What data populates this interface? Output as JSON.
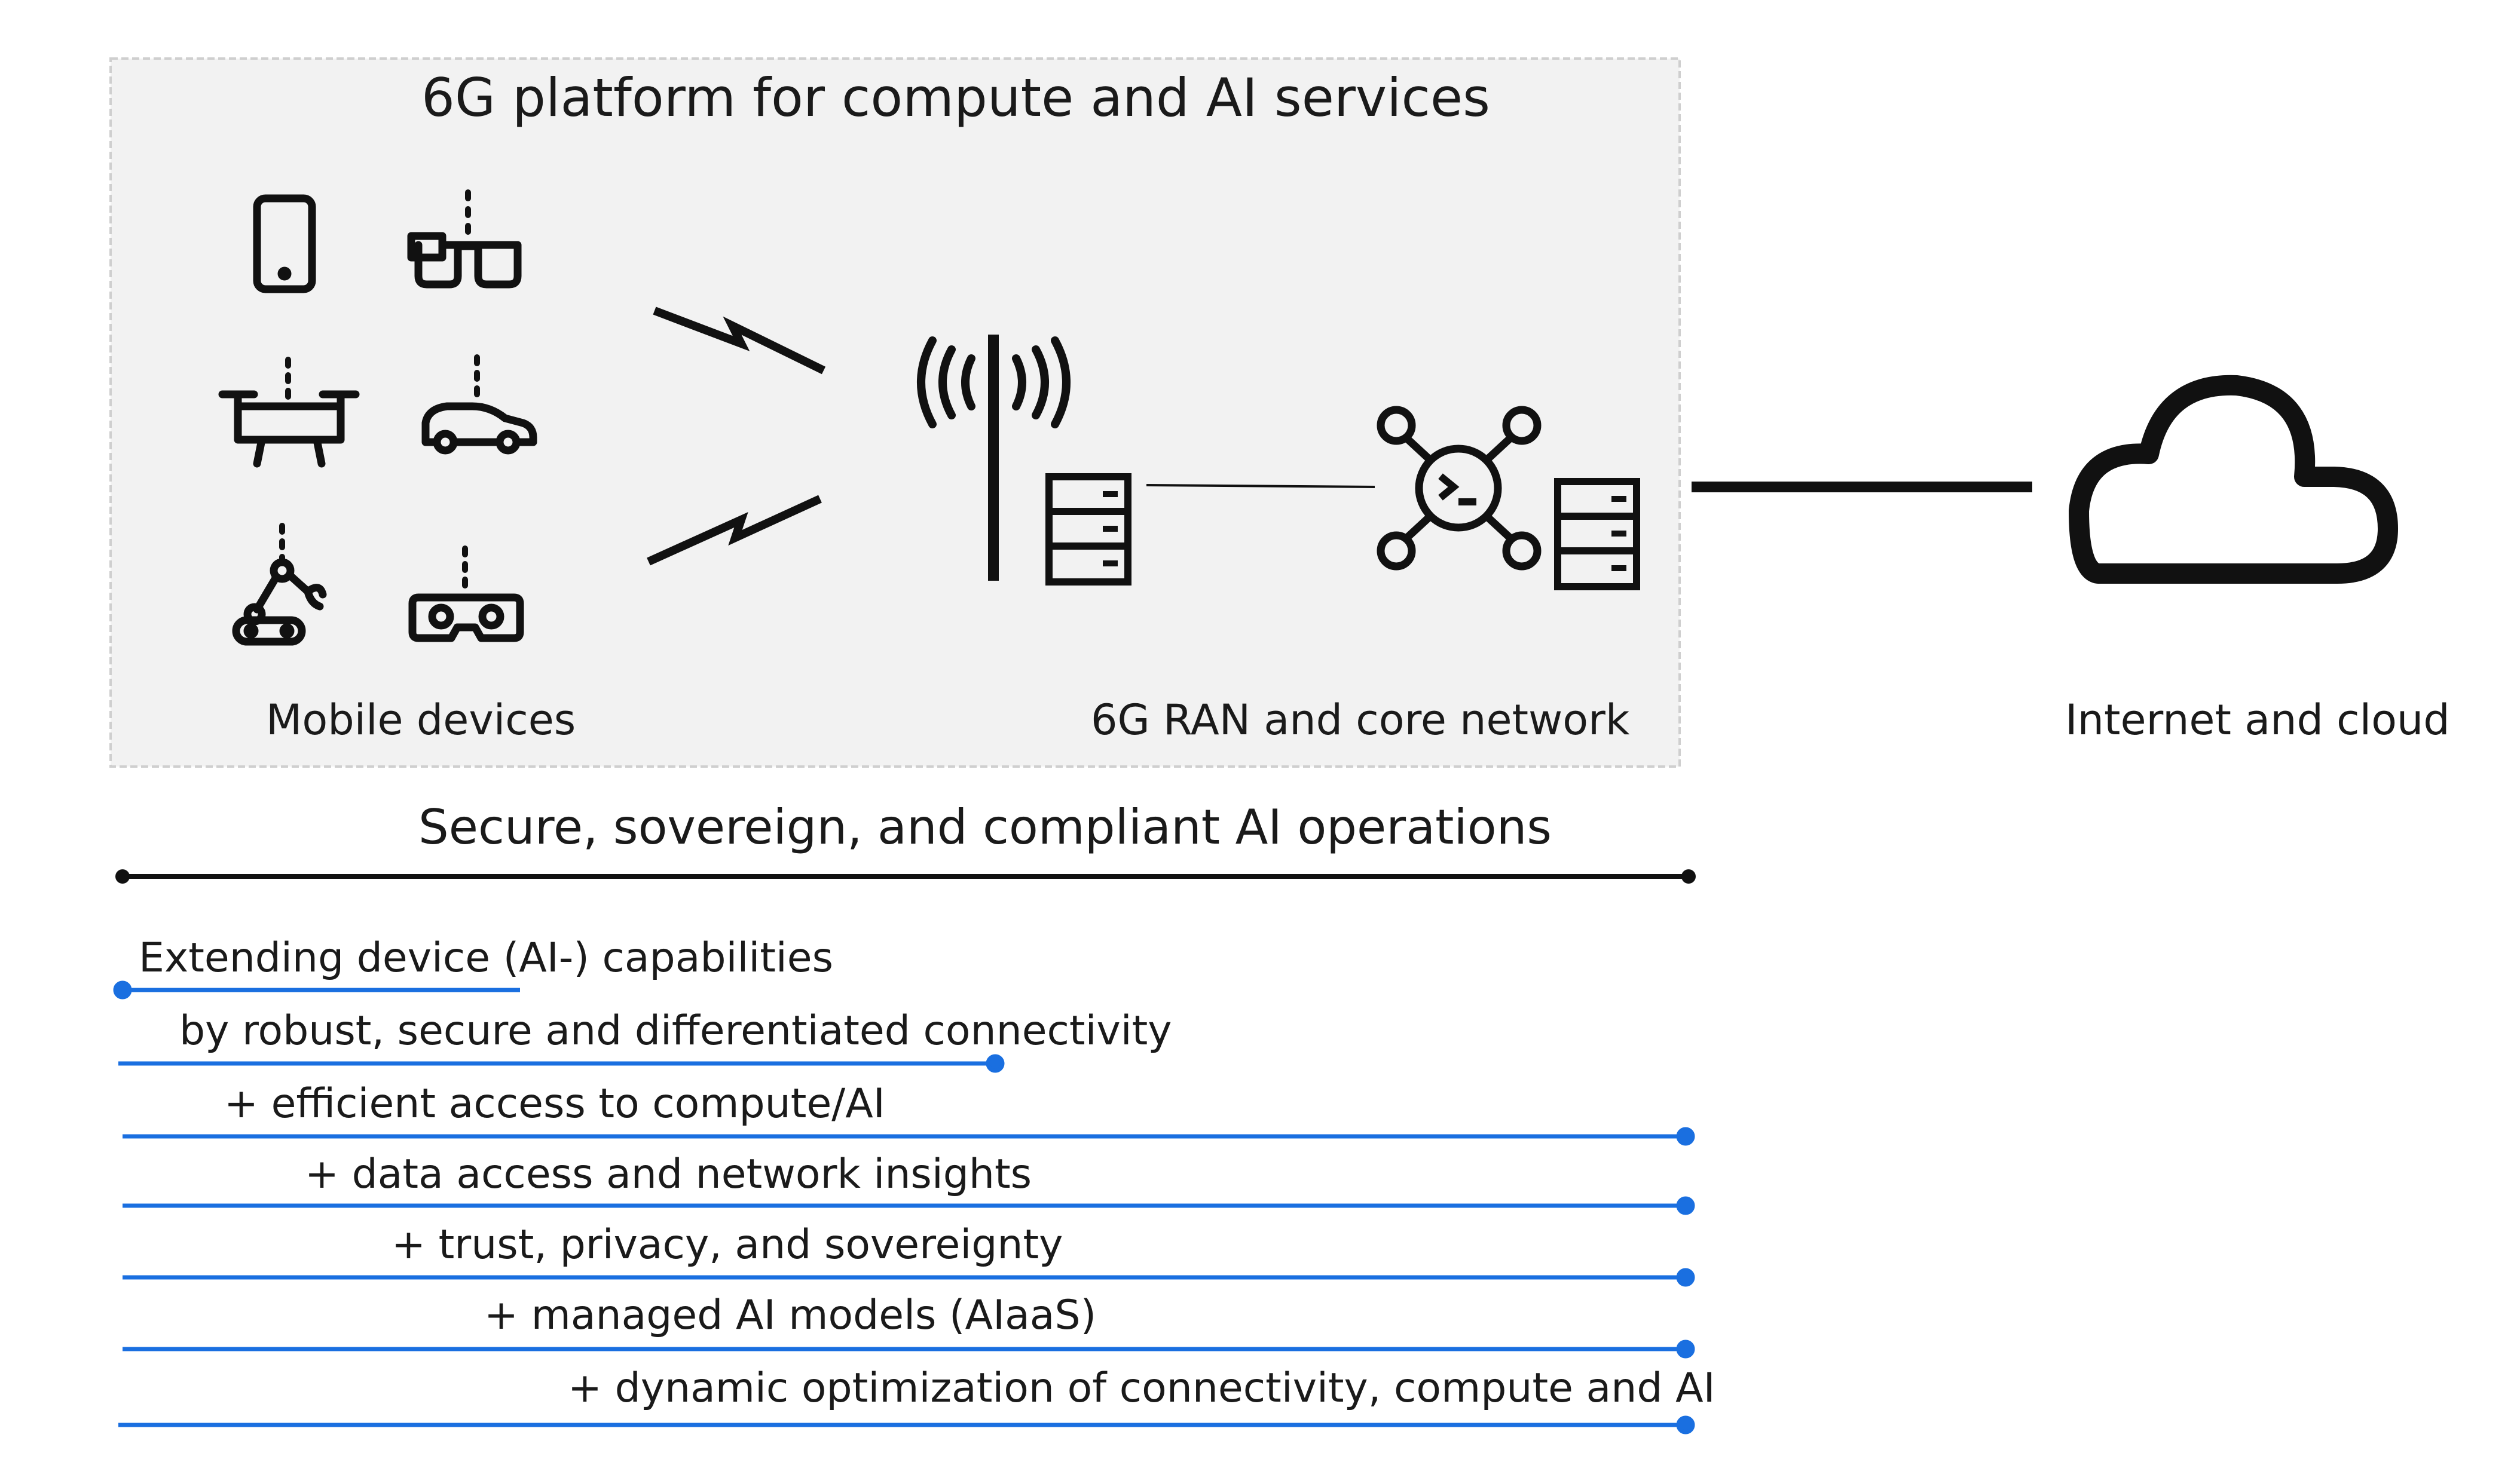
{
  "platform": {
    "title": "6G platform for compute and AI services",
    "mobile_label": "Mobile devices",
    "network_label": "6G RAN and core network"
  },
  "cloud_label": "Internet and cloud",
  "operations": {
    "title": "Secure, sovereign, and compliant AI operations"
  },
  "capabilities": [
    "Extending device (AI-) capabilities",
    "by robust, secure and differentiated connectivity",
    "+ efficient access to compute/AI",
    "+ data access and network insights",
    "+ trust, privacy, and sovereignty",
    "+ managed AI models (AIaaS)",
    "+ dynamic optimization of connectivity, compute and AI"
  ],
  "icons": [
    "smartphone-icon",
    "smart-glasses-icon",
    "drone-icon",
    "car-icon",
    "robot-arm-icon",
    "vr-headset-icon",
    "wireless-link-icon",
    "antenna-tower-icon",
    "server-icon",
    "network-hub-icon",
    "cloud-icon"
  ],
  "colors": {
    "panel_bg": "#f2f2f2",
    "panel_border": "#cfcfcf",
    "line_dark": "#111111",
    "line_blue": "#1a6fe0"
  }
}
